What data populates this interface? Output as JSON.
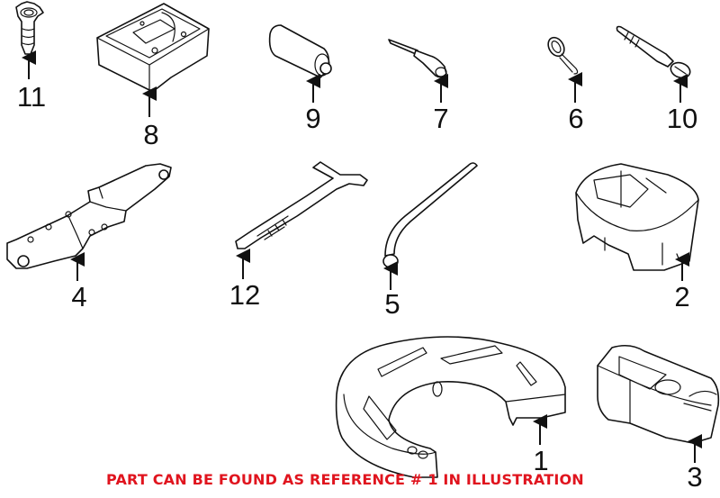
{
  "diagram": {
    "title": "Spare tire tool kit parts diagram",
    "note": "PART CAN BE FOUND AS REFERENCE # 1 IN ILLUSTRATION",
    "note_color": "#e0141e",
    "callouts": {
      "c1": "1",
      "c2": "2",
      "c3": "3",
      "c4": "4",
      "c5": "5",
      "c6": "6",
      "c7": "7",
      "c8": "8",
      "c9": "9",
      "c10": "10",
      "c11": "11",
      "c12": "12"
    },
    "parts": [
      {
        "ref": "1",
        "name": "spare-tire-foam-tray"
      },
      {
        "ref": "2",
        "name": "tool-tray-insert"
      },
      {
        "ref": "3",
        "name": "foam-block-holder"
      },
      {
        "ref": "4",
        "name": "scissor-jack"
      },
      {
        "ref": "5",
        "name": "jack-handle-bar"
      },
      {
        "ref": "6",
        "name": "hook-ring"
      },
      {
        "ref": "7",
        "name": "screwdriver"
      },
      {
        "ref": "8",
        "name": "tool-storage-box"
      },
      {
        "ref": "9",
        "name": "socket-adapter"
      },
      {
        "ref": "10",
        "name": "tow-eye"
      },
      {
        "ref": "11",
        "name": "wing-nut-bolt"
      },
      {
        "ref": "12",
        "name": "lug-wrench"
      }
    ]
  }
}
